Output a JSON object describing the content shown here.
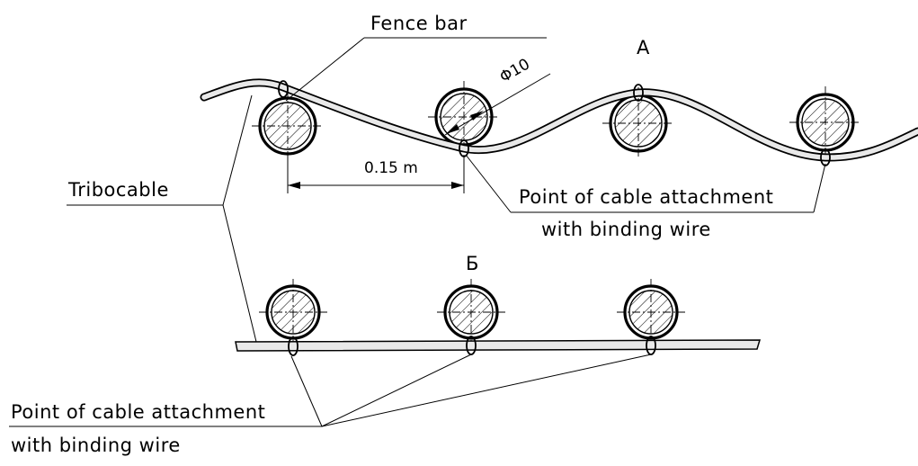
{
  "labels": {
    "fence_bar": "Fence bar",
    "view_a": "A",
    "view_b": "Б",
    "diameter": "Φ10",
    "spacing": "0.15 m",
    "tribocable": "Tribocable",
    "attach_a_line1": "Point of cable attachment",
    "attach_a_line2": "with binding wire",
    "attach_b_line1": "Point of cable attachment",
    "attach_b_line2": "with binding wire"
  },
  "colors": {
    "ink": "#000000",
    "cable_fill": "#e9e9e9",
    "background": "#ffffff"
  }
}
